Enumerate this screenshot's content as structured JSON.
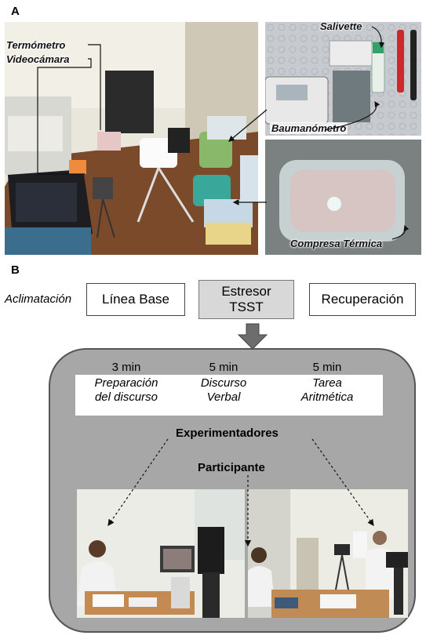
{
  "panel_a": {
    "letter": "A",
    "captions": {
      "thermometer": "Termómetro",
      "videocamera": "Videocámara",
      "salivette": "Salivette",
      "sphygmomanometer": "Baumanómetro",
      "thermal_pack": "Compresa Térmica"
    }
  },
  "panel_b": {
    "letter": "B",
    "acclimation": "Aclimatación",
    "baseline": "Línea Base",
    "stressor_line1": "Estresor",
    "stressor_line2": "TSST",
    "recovery": "Recuperación",
    "stages": [
      {
        "duration": "3 min",
        "line1": "Preparación",
        "line2": "del discurso"
      },
      {
        "duration": "5 min",
        "line1": "Discurso",
        "line2": "Verbal"
      },
      {
        "duration": "5 min",
        "line1": "Tarea",
        "line2": "Aritmética"
      }
    ],
    "experimenters": "Experimentadores",
    "participant": "Participante"
  },
  "colors": {
    "panel_gray": "#a7a7a7",
    "stressor_box": "#d8d8d8",
    "arrow": "#666666"
  }
}
